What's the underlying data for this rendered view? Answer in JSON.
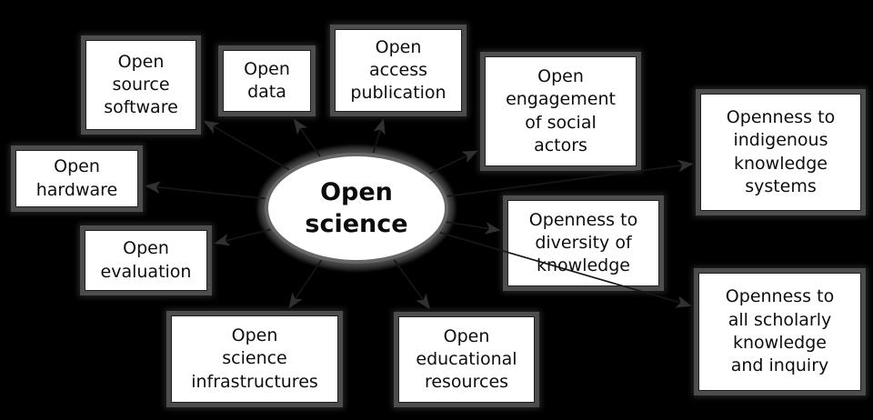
{
  "diagram": {
    "center": {
      "id": "open-science",
      "label": "Open\nscience"
    },
    "nodes": [
      {
        "id": "open-source-software",
        "label": "Open\nsource\nsoftware"
      },
      {
        "id": "open-data",
        "label": "Open\ndata"
      },
      {
        "id": "open-access-publication",
        "label": "Open\naccess\npublication"
      },
      {
        "id": "open-engagement-social-actors",
        "label": "Open\nengagement\nof social\nactors"
      },
      {
        "id": "openness-indigenous-knowledge",
        "label": "Openness to\nindigenous\nknowledge\nsystems"
      },
      {
        "id": "open-hardware",
        "label": "Open\nhardware"
      },
      {
        "id": "openness-diversity-knowledge",
        "label": "Openness to\ndiversity of\nknowledge"
      },
      {
        "id": "open-evaluation",
        "label": "Open\nevaluation"
      },
      {
        "id": "openness-scholarly-knowledge",
        "label": "Openness to\nall scholarly\nknowledge\nand inquiry"
      },
      {
        "id": "open-science-infrastructures",
        "label": "Open\nscience\ninfrastructures"
      },
      {
        "id": "open-educational-resources",
        "label": "Open\neducational\nresources"
      }
    ],
    "edges": [
      {
        "from": "open-science",
        "to": "open-source-software"
      },
      {
        "from": "open-science",
        "to": "open-data"
      },
      {
        "from": "open-science",
        "to": "open-access-publication"
      },
      {
        "from": "open-science",
        "to": "open-engagement-social-actors"
      },
      {
        "from": "open-science",
        "to": "openness-indigenous-knowledge"
      },
      {
        "from": "open-science",
        "to": "open-hardware"
      },
      {
        "from": "open-science",
        "to": "openness-diversity-knowledge"
      },
      {
        "from": "open-science",
        "to": "open-evaluation"
      },
      {
        "from": "open-science",
        "to": "openness-scholarly-knowledge"
      },
      {
        "from": "open-science",
        "to": "open-science-infrastructures"
      },
      {
        "from": "open-science",
        "to": "open-educational-resources"
      }
    ],
    "colors": {
      "background": "#000000",
      "node_fill": "#ffffff",
      "node_frame": "#4d4d4d",
      "text": "#0e0e0e",
      "arrow_line": "#161616",
      "arrow_head": "#303030"
    }
  }
}
